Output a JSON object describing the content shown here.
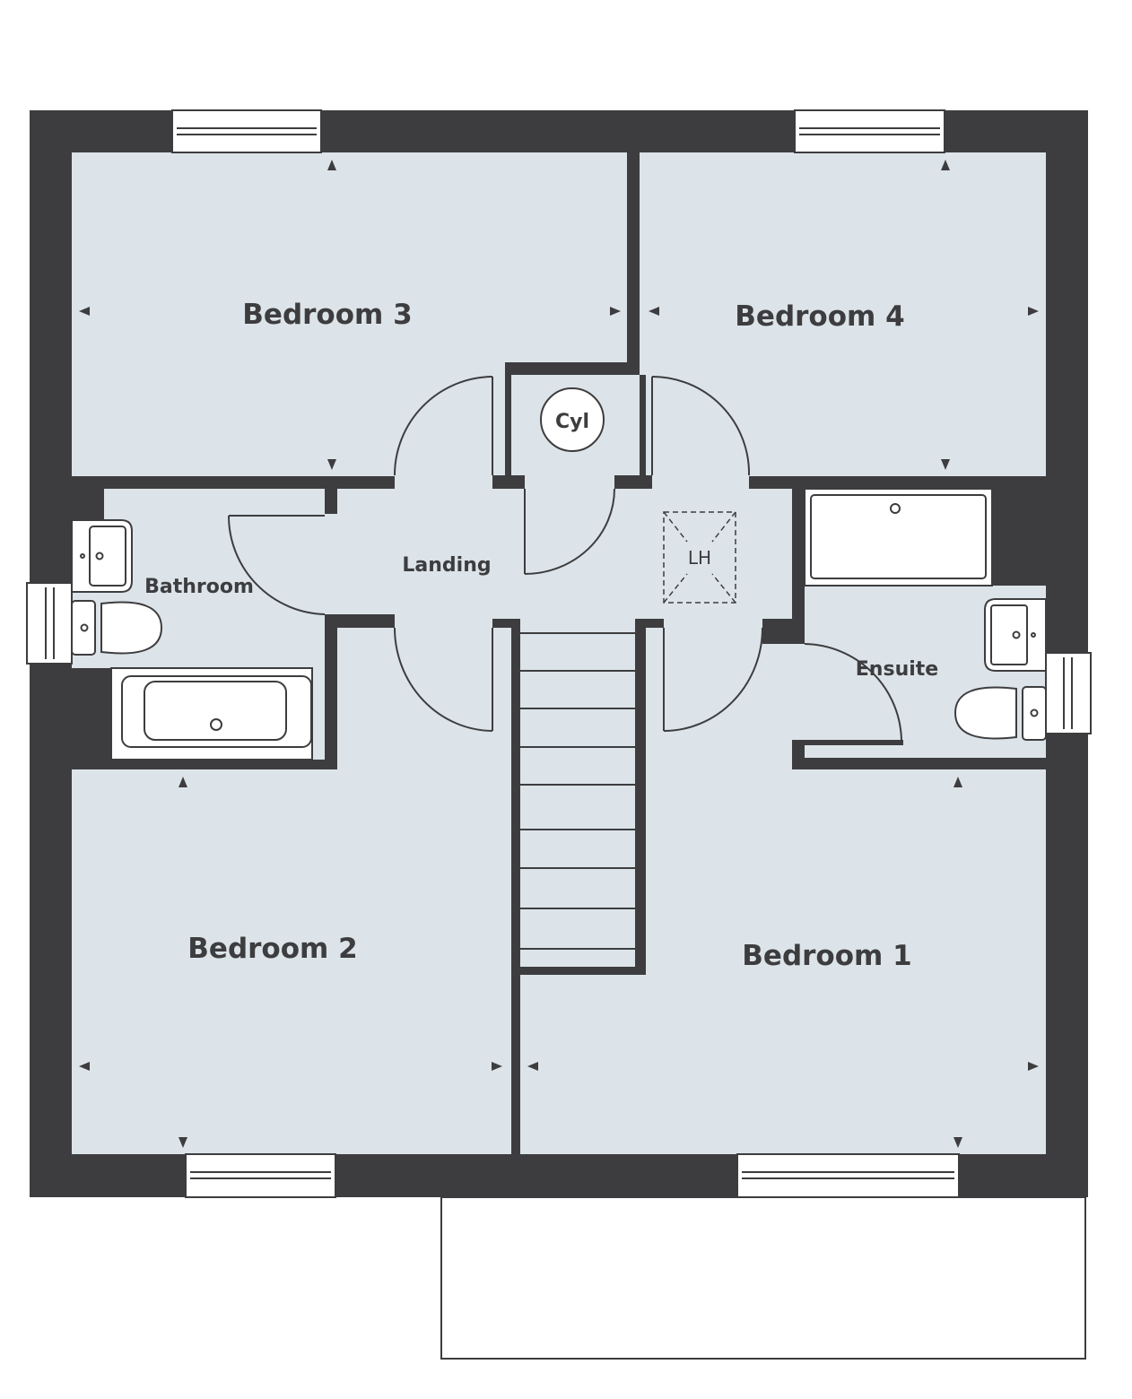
{
  "colors": {
    "wall": "#3d3d3f",
    "floor": "#dce4e9",
    "fixture": "#ffffff"
  },
  "rooms": {
    "bedroom1": "Bedroom 1",
    "bedroom2": "Bedroom 2",
    "bedroom3": "Bedroom 3",
    "bedroom4": "Bedroom 4",
    "bathroom": "Bathroom",
    "ensuite": "Ensuite",
    "landing": "Landing"
  },
  "features": {
    "cylinder": "Cyl",
    "loft_hatch": "LH"
  }
}
